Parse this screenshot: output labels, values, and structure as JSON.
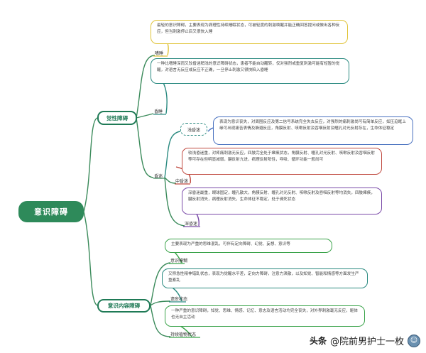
{
  "root": "意识障碍",
  "branch1": {
    "label": "觉性障碍",
    "nodes": {
      "shishui": {
        "label": "嗜睡",
        "text": "最轻的意识障碍，主要表现为病理性持续睡眠状态，可被轻度的刺激唤醒并能正确回答提问或做出各种反应，但当刺激停止后又很快入睡"
      },
      "hunshui": {
        "label": "昏睡",
        "text": "一种比嗜睡深而又较昏迷稍浅的意识障碍状态，患者不能自动醒转，仅对强烈或重复刺激可能有短暂的觉醒，对语言无反应或反应不正确，一旦停止刺激又很快陷入昏睡"
      },
      "hunmi": {
        "label": "昏迷",
        "light": {
          "label": "浅昏迷",
          "text": "表现为意识丧失，对周围反应及第二信号系统完全失去反应，对强烈的痛刺激尚可有简单反应，如压迫眶上缘可出现痛苦表情及躲避反应，角膜反射、咳嗽反射及吞咽反射及瞳孔对光反射存在，生命体征稳定"
        },
        "mid": {
          "label": "中昏迷",
          "text": "较浅昏迷重，对疼痛刺激无反应，四肢完全处于瘫痪状态，角膜反射、瞳孔对光反射、咳嗽反射及吞咽反射等可存在但明显减弱，腱反射亢进，病理反射阳性，呼吸、循环功能一般尚可"
        },
        "deep": {
          "label": "深昏迷",
          "text": "深昏迷最重，眼球固定，瞳孔散大，角膜反射、瞳孔对光反射、咳嗽反射及吞咽反射等均消失，四肢瘫痪，腱反射消失，病理反射消失，生命体征不稳定，处于濒死状态"
        }
      }
    }
  },
  "branch2": {
    "label": "意识内容障碍",
    "nodes": {
      "mohu": {
        "label": "意识模糊",
        "text": "主要表现为严重的思维混乱，可伴有定向障碍、幻觉、妄想、意识等"
      },
      "zhanwang": {
        "label": "谵妄状态",
        "text": "又称急性精神错乱状态，表现为觉醒水平差，定向力障碍，注意力涣散，以及知觉、智能和情感等方面发生严重紊乱"
      },
      "zhiwu": {
        "label": "持续植物状态",
        "text": "一种严重的意识障碍，知觉、思维、情感、记忆、意志及语言活动均完全丧失，对外界刺激毫无反应，躯体也无自主活动"
      }
    }
  },
  "watermark": {
    "prefix": "头条",
    "text": "@院前男护士一枚"
  },
  "colors": {
    "root": "#2e8a5a",
    "branch": "#1f7a56",
    "yellow": "#e0c43a",
    "teal": "#2a8a80",
    "blue": "#4a72c0",
    "red": "#c04a40",
    "purple": "#7a4aa8",
    "green": "#3aa34a"
  }
}
